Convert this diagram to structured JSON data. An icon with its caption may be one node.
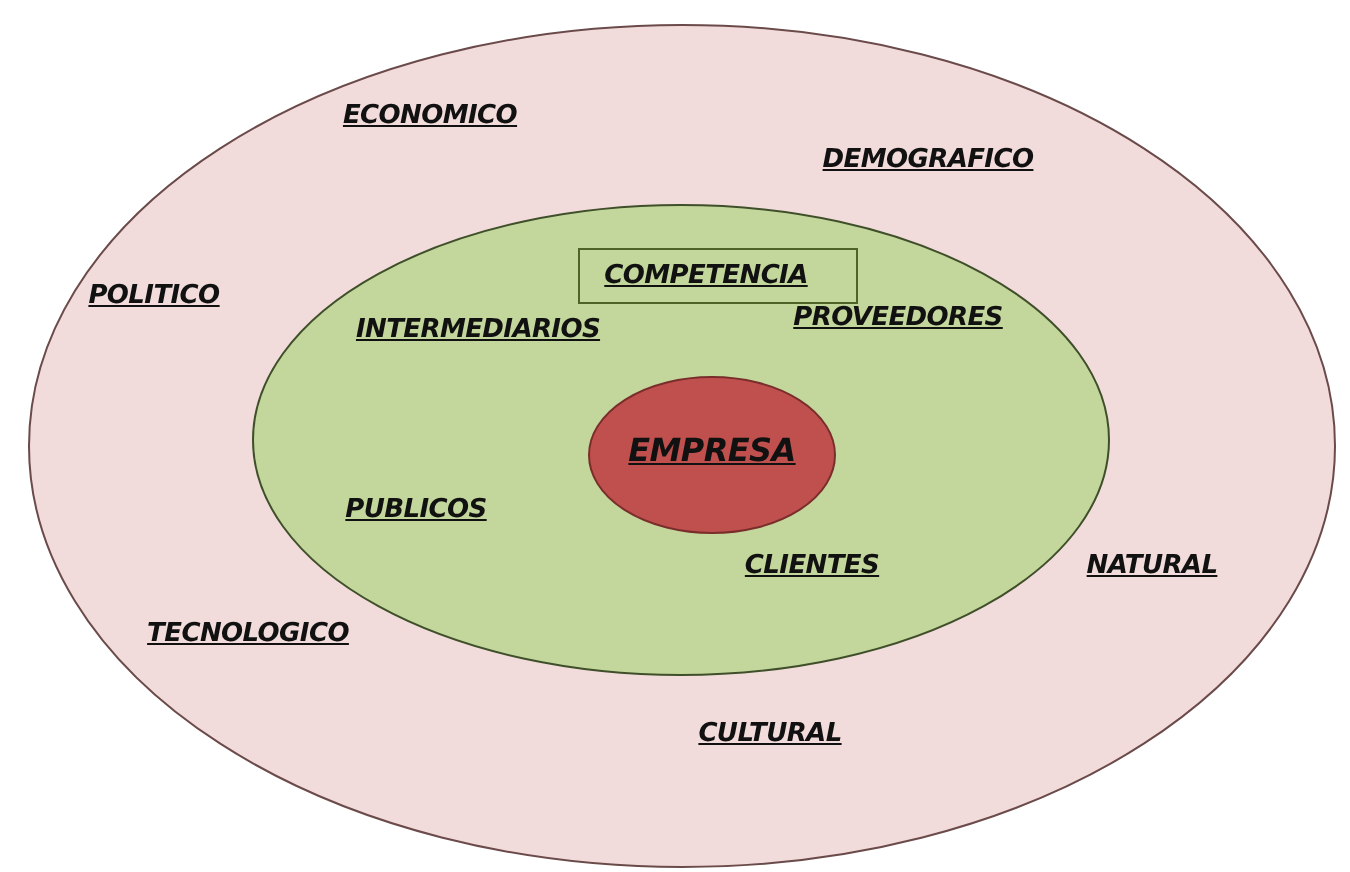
{
  "diagram": {
    "nodes": [
      {
        "text": [
          "ECONOMICO",
          "DEMOGRAFICO",
          "POLITICO",
          "NATURAL",
          "TECNOLOGICO",
          "CULTURAL"
        ]
      },
      {
        "text": [
          "INTERMEDIARIOS",
          "PROVEEDORES",
          "PUBLICOS",
          "CLIENTES"
        ],
        "in": 0
      },
      {
        "text": [
          "COMPETENCIA"
        ],
        "in": 1
      },
      {
        "text": [
          "EMPRESA"
        ],
        "in": 1
      }
    ]
  }
}
